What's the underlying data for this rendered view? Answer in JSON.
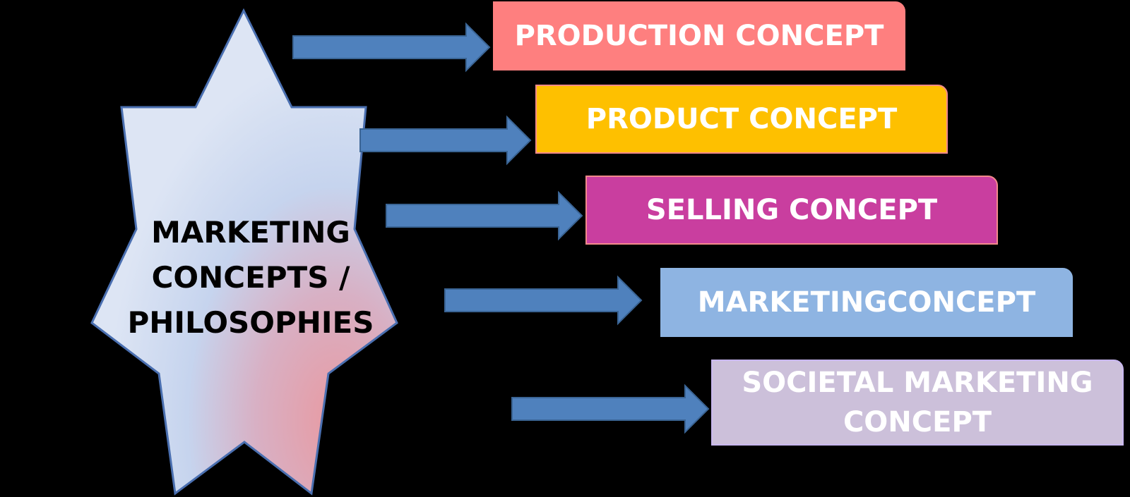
{
  "center": {
    "lines": [
      "MARKETING",
      "CONCEPTS /",
      "PHILOSOPHIES"
    ]
  },
  "concepts": [
    {
      "label": "PRODUCTION CONCEPT",
      "color": "#fe7f7f"
    },
    {
      "label": "PRODUCT CONCEPT",
      "color": "#fec000"
    },
    {
      "label": "SELLING CONCEPT",
      "color": "#c93e9f"
    },
    {
      "label": "MARKETINGCONCEPT",
      "color": "#8eb4e2"
    },
    {
      "label": "SOCIETAL MARKETING CONCEPT",
      "color": "#ccc0da"
    }
  ],
  "colors": {
    "background": "#000000",
    "arrow": "#4f81bd",
    "arrow_stroke": "#3a6494",
    "star_fill_top": "#dbe3f3",
    "star_fill_bottom": "#e8a0a8",
    "star_stroke": "#4a6fb0",
    "text_light": "#ffffff",
    "text_dark": "#000000"
  }
}
